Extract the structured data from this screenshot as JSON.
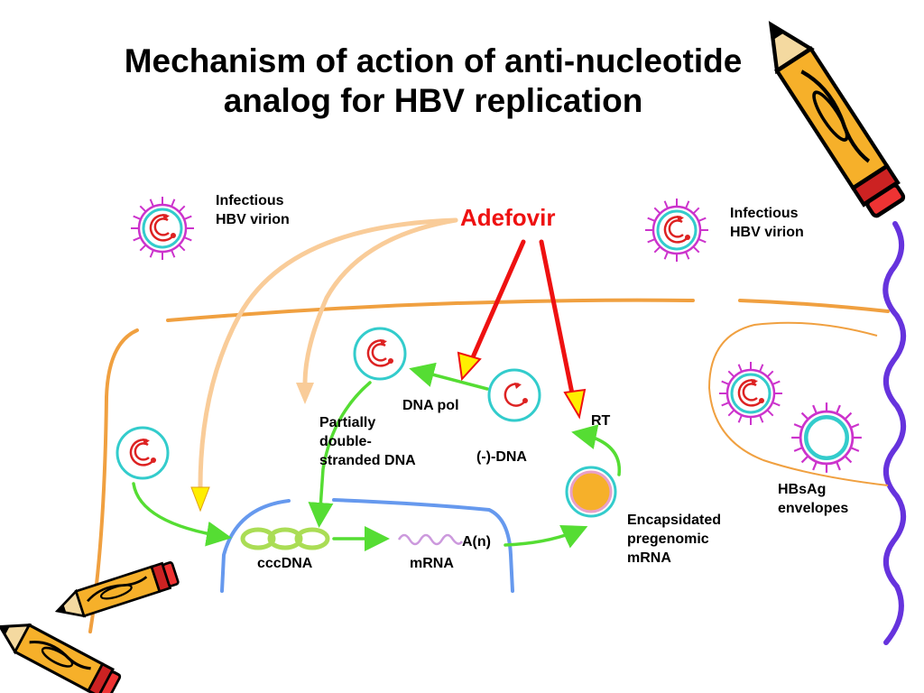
{
  "title_line1": "Mechanism of action of anti-nucleotide",
  "title_line2": "analog for HBV replication",
  "drug": "Adefovir",
  "labels": {
    "virion_left_l1": "Infectious",
    "virion_left_l2": "HBV virion",
    "virion_right_l1": "Infectious",
    "virion_right_l2": "HBV virion",
    "dna_pol": "DNA pol",
    "rt": "RT",
    "partially_l1": "Partially",
    "partially_l2": "double-",
    "partially_l3": "stranded DNA",
    "minus_dna": "(-)-DNA",
    "cccdna": "cccDNA",
    "mrna": "mRNA",
    "poly_a": "A(n)",
    "encaps_l1": "Encapsidated",
    "encaps_l2": "pregenomic",
    "encaps_l3": "mRNA",
    "hbsag_l1": "HBsAg",
    "hbsag_l2": "envelopes"
  },
  "colors": {
    "title": "#000000",
    "drug": "#ee1111",
    "inhibition_arrow": "#ee1111",
    "flow_arrow": "#55dd33",
    "entry_arrow": "#f9cc99",
    "cell_membrane": "#f0a040",
    "nucleus": "#6699ee",
    "envelope_spikes": "#cc33cc",
    "capsid": "#33cccc",
    "dna": "#dd2222",
    "page_edge": "#6633dd"
  },
  "icons": [
    "pencil-icon",
    "pencil-icon",
    "pencil-icon"
  ]
}
